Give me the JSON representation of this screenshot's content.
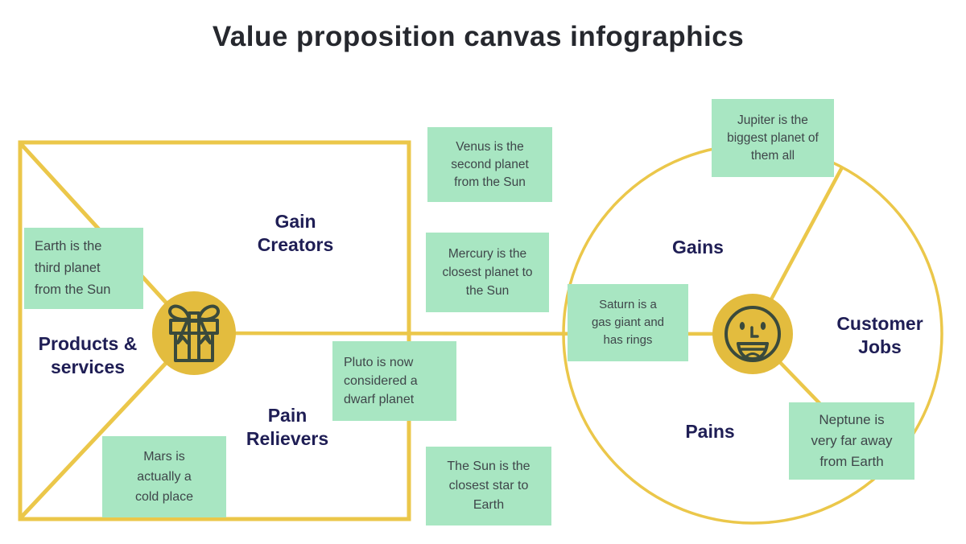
{
  "title": "Value proposition canvas infographics",
  "value_map": {
    "gain_creators_label": "Gain\nCreators",
    "pain_relievers_label": "Pain\nRelievers",
    "products_services_label": "Products &\nservices",
    "icon": "gift-icon",
    "notes": {
      "earth": "Earth is the\nthird planet\nfrom the Sun",
      "mars": "Mars is\nactually a\ncold place",
      "venus": "Venus is the\nsecond planet\nfrom the Sun",
      "mercury": "Mercury is the\nclosest planet to\nthe Sun",
      "pluto": "Pluto is now\nconsidered a\ndwarf planet",
      "sun": "The Sun is the\nclosest star to\nEarth"
    }
  },
  "customer_profile": {
    "gains_label": "Gains",
    "customer_jobs_label": "Customer\nJobs",
    "pains_label": "Pains",
    "icon": "smiley-icon",
    "notes": {
      "saturn": "Saturn is a\ngas giant and\nhas rings",
      "jupiter": "Jupiter is the\nbiggest planet of\nthem all",
      "neptune": "Neptune is\nvery far away\nfrom Earth"
    }
  },
  "colors": {
    "line_yellow": "#EBC74A",
    "shape_gold": "#E3BC3E",
    "note_green": "#A8E6C2",
    "label_navy": "#1F1E55",
    "note_text": "#3F464A",
    "title_text": "#26282E",
    "icon_stroke": "#3A4A3C"
  }
}
